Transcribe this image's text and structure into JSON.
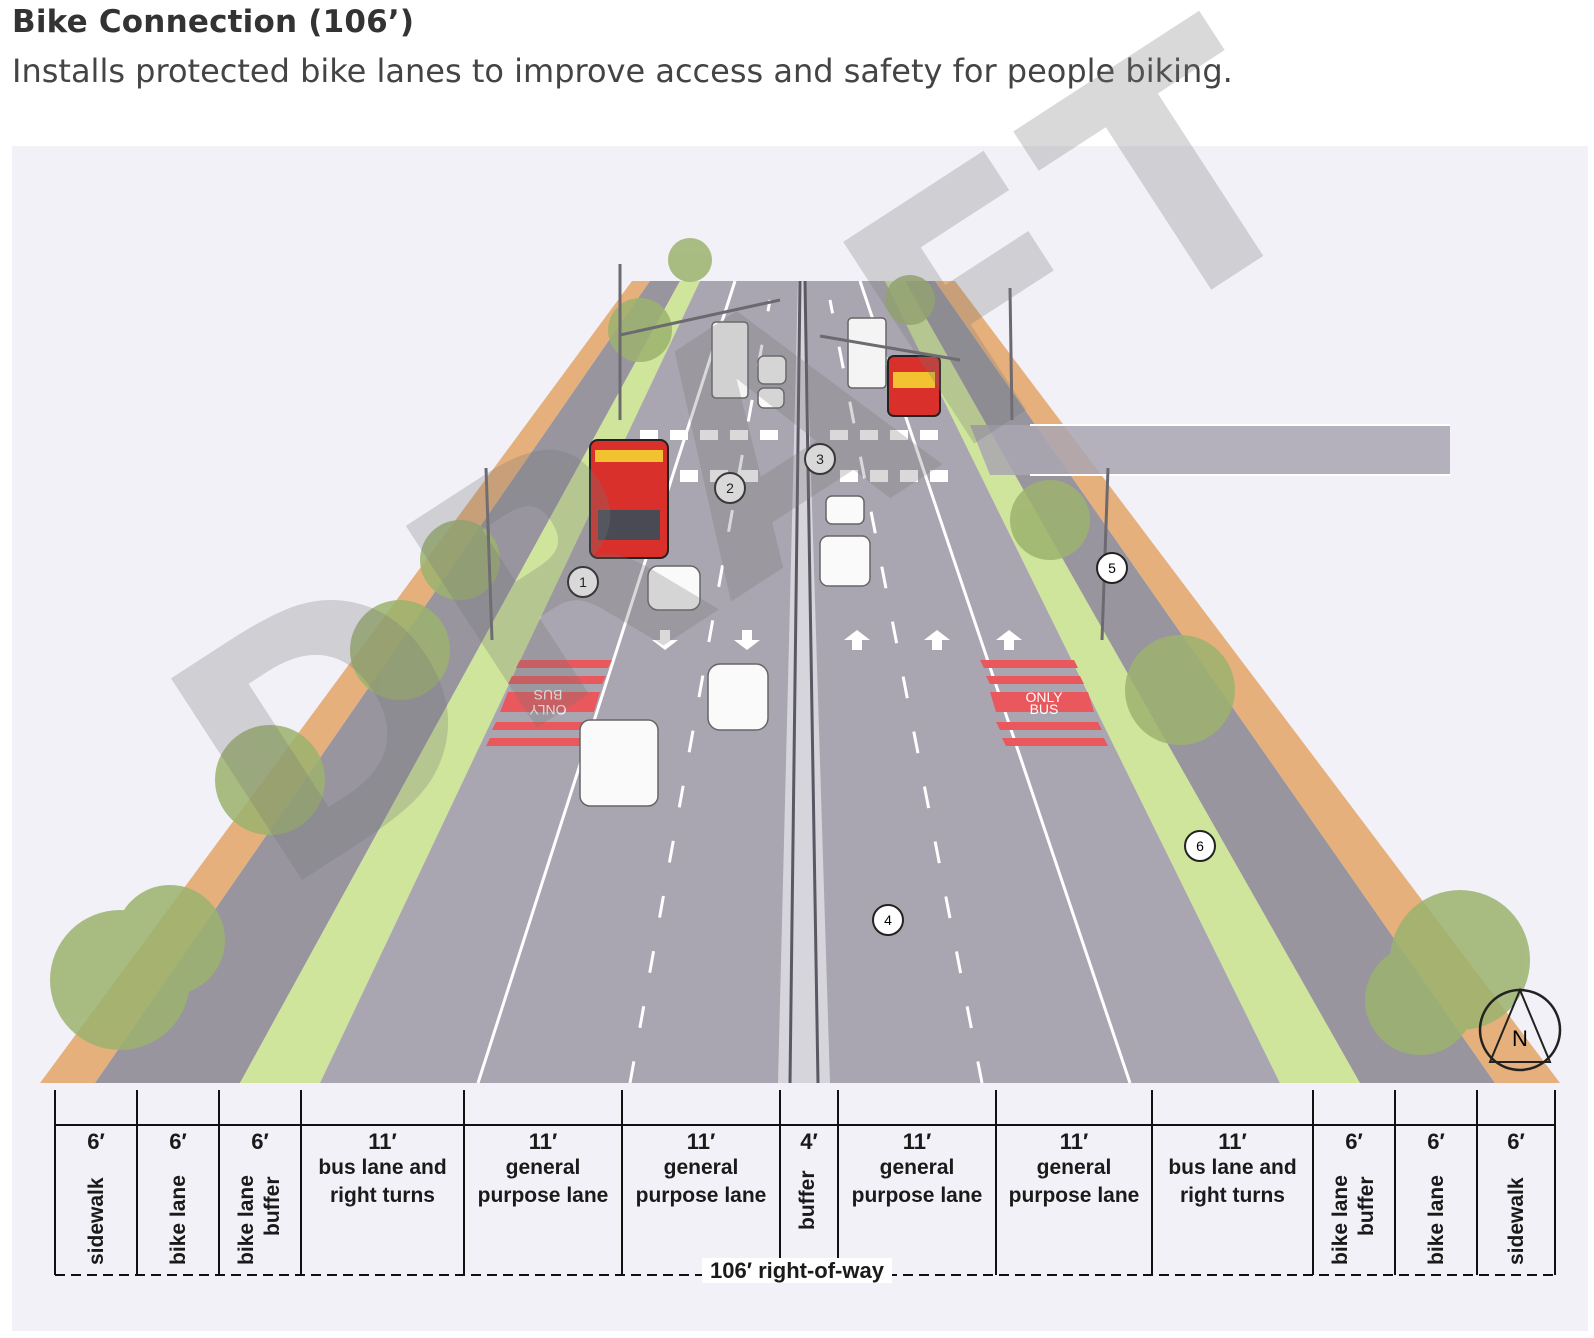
{
  "header": {
    "title": "Bike Connection (106’)",
    "subtitle": "Installs protected bike lanes to improve access and safety for people biking."
  },
  "watermark": "DRAFT",
  "markers": [
    "1",
    "2",
    "3",
    "4",
    "5",
    "6"
  ],
  "pavement_labels": {
    "left_bus_top": "BUS",
    "left_bus_bottom": "ONLY",
    "right_bus_top": "ONLY",
    "right_bus_bottom": "BUS"
  },
  "compass": "N",
  "segments": [
    {
      "width": "6′",
      "name": "sidewalk",
      "vertical": true
    },
    {
      "width": "6′",
      "name": "bike lane",
      "vertical": true
    },
    {
      "width": "6′",
      "name": "bike lane buffer",
      "vertical": true,
      "line1": "bike lane",
      "line2": "buffer"
    },
    {
      "width": "11′",
      "name": "bus lane and right turns",
      "line1": "bus lane and",
      "line2": "right turns"
    },
    {
      "width": "11′",
      "name": "general purpose lane",
      "line1": "general",
      "line2": "purpose lane"
    },
    {
      "width": "11′",
      "name": "general purpose lane",
      "line1": "general",
      "line2": "purpose lane"
    },
    {
      "width": "4′",
      "name": "buffer",
      "vertical": true
    },
    {
      "width": "11′",
      "name": "general purpose lane",
      "line1": "general",
      "line2": "purpose lane"
    },
    {
      "width": "11′",
      "name": "general purpose lane",
      "line1": "general",
      "line2": "purpose lane"
    },
    {
      "width": "11′",
      "name": "bus lane and right turns",
      "line1": "bus lane and",
      "line2": "right turns"
    },
    {
      "width": "6′",
      "name": "bike lane buffer",
      "vertical": true,
      "line1": "bike lane",
      "line2": "buffer"
    },
    {
      "width": "6′",
      "name": "bike lane",
      "vertical": true
    },
    {
      "width": "6′",
      "name": "sidewalk",
      "vertical": true
    }
  ],
  "total": "106′ right-of-way",
  "colors": {
    "road": "#a9a6b1",
    "sidewalk": "#e6b07c",
    "bike_lane": "#98959f",
    "buffer": "#cfe59b",
    "bus_lane_marking": "#e8585c",
    "bus_body": "#d9302c",
    "panel": "#f2f1f8"
  }
}
